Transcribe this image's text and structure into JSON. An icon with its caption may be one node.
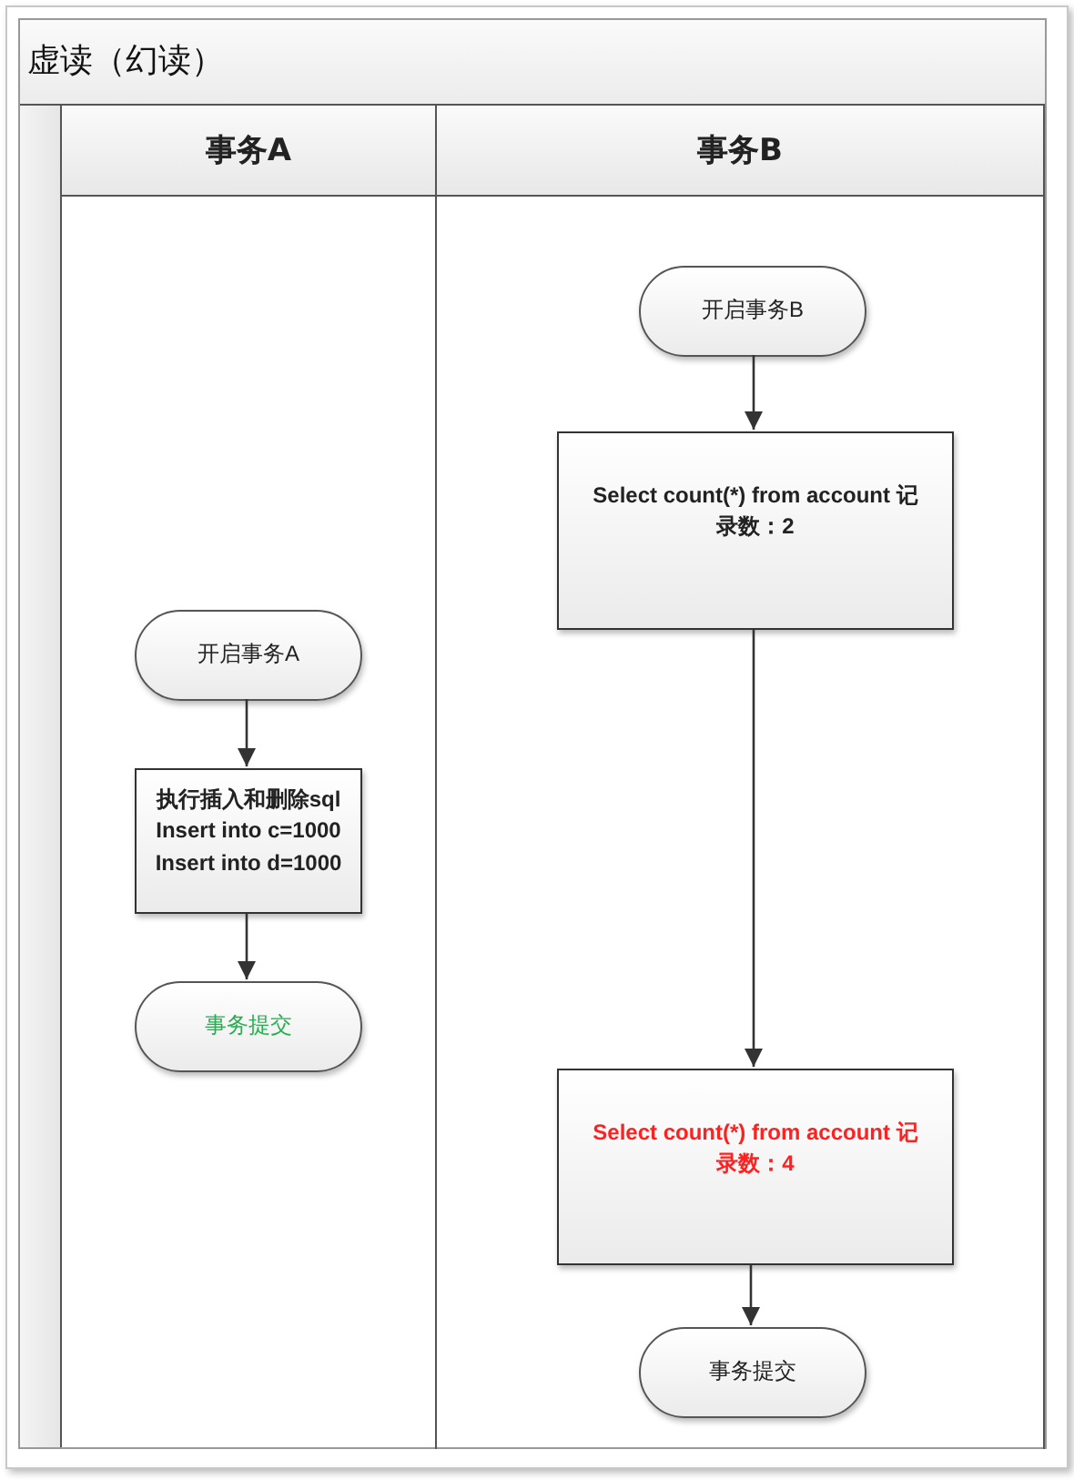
{
  "diagram": {
    "nodes": [
      {
        "text": [
          "虚读（幻读）"
        ]
      },
      {
        "text": [
          "事务A"
        ],
        "in": 0
      },
      {
        "text": [
          "事务B"
        ],
        "in": 0
      },
      {
        "text": [
          "开启事务A"
        ],
        "in": 1
      },
      {
        "text": [
          "执行插入和删除sql Insert into c=1000 Insert into d=1000"
        ],
        "in": 1
      },
      {
        "text": [
          "事务提交"
        ],
        "in": 1
      },
      {
        "text": [
          "开启事务B"
        ],
        "in": 2
      },
      {
        "text": [
          "Select count(*) from account 记录数：2"
        ],
        "in": 2
      },
      {
        "text": [
          "Select count(*) from account 记录数：4"
        ],
        "in": 2
      },
      {
        "text": [
          "事务提交"
        ],
        "in": 2
      }
    ],
    "edges": [
      {
        "from": 3,
        "to": 4,
        "arrow": "to"
      },
      {
        "from": 4,
        "to": 5,
        "arrow": "to"
      },
      {
        "from": 6,
        "to": 7,
        "arrow": "to"
      },
      {
        "from": 7,
        "to": 8,
        "arrow": "to"
      },
      {
        "from": 8,
        "to": 9,
        "arrow": "to"
      }
    ]
  }
}
